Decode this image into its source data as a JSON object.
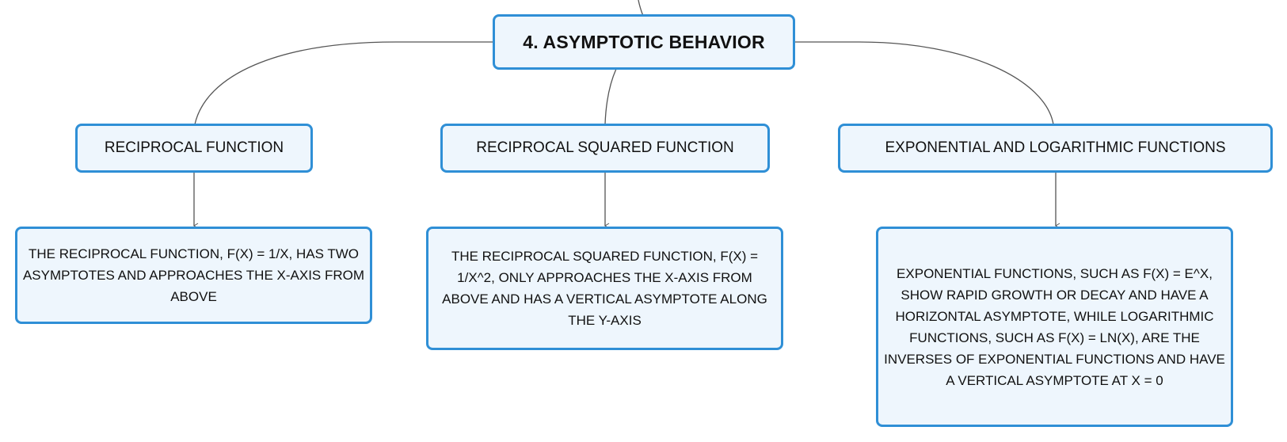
{
  "root": {
    "label": "4. ASYMPTOTIC BEHAVIOR"
  },
  "branches": [
    {
      "label": "RECIPROCAL FUNCTION",
      "detail": "THE RECIPROCAL FUNCTION, F(X) = 1/X, HAS TWO ASYMPTOTES AND APPROACHES THE X-AXIS FROM ABOVE"
    },
    {
      "label": "RECIPROCAL SQUARED FUNCTION",
      "detail": "THE RECIPROCAL SQUARED FUNCTION, F(X) = 1/X^2, ONLY APPROACHES THE X-AXIS FROM ABOVE AND HAS A VERTICAL ASYMPTOTE ALONG THE Y-AXIS"
    },
    {
      "label": "EXPONENTIAL AND LOGARITHMIC FUNCTIONS",
      "detail": "EXPONENTIAL FUNCTIONS, SUCH AS F(X) = E^X, SHOW RAPID GROWTH OR DECAY AND HAVE A HORIZONTAL ASYMPTOTE, WHILE LOGARITHMIC FUNCTIONS, SUCH AS F(X) = LN(X), ARE THE INVERSES OF EXPONENTIAL FUNCTIONS AND HAVE A VERTICAL ASYMPTOTE AT X = 0"
    }
  ],
  "colors": {
    "node_border": "#2f8fd6",
    "node_fill": "#eef6fd",
    "connector": "#555555",
    "text": "#111111"
  }
}
